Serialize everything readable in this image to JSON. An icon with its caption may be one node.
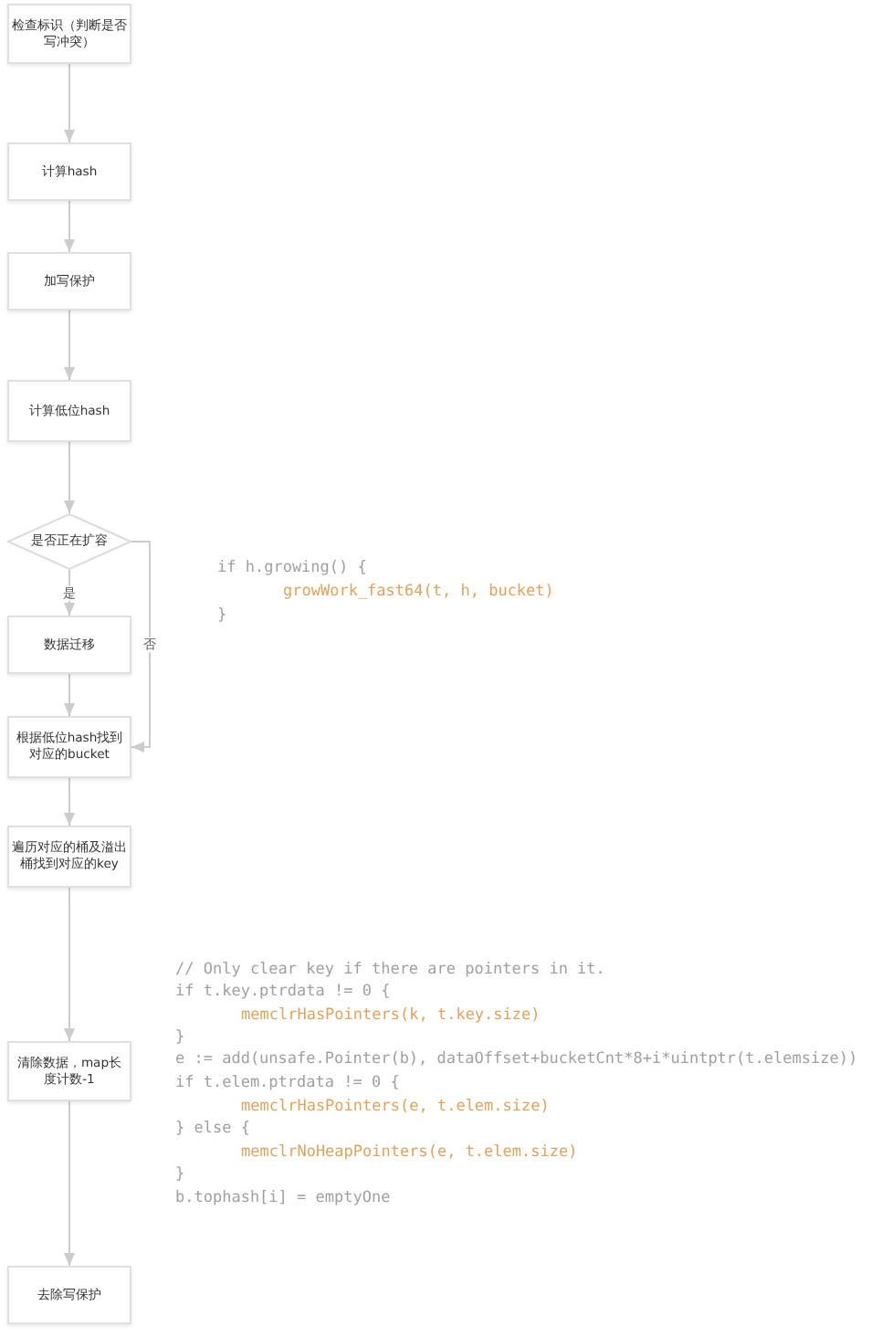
{
  "diagram": {
    "nodes": [
      {
        "text": [
          "检查标识（判断是否写冲突）"
        ]
      },
      {
        "text": [
          "计算hash"
        ]
      },
      {
        "text": [
          "加写保护"
        ]
      },
      {
        "text": [
          "计算低位hash"
        ]
      },
      {
        "text": [
          "是否正在扩容"
        ]
      },
      {
        "text": [
          "数据迁移"
        ]
      },
      {
        "text": [
          "根据低位hash找到对应的bucket"
        ]
      },
      {
        "text": [
          "遍历对应的桶及溢出桶找到对应的key"
        ]
      },
      {
        "text": [
          "清除数据，map长度计数-1"
        ]
      },
      {
        "text": [
          "去除写保护"
        ]
      }
    ],
    "edges": [
      {
        "from": 0,
        "to": 1,
        "arrow": "to"
      },
      {
        "from": 1,
        "to": 2,
        "arrow": "to"
      },
      {
        "from": 2,
        "to": 3,
        "arrow": "to"
      },
      {
        "from": 3,
        "to": 4,
        "arrow": "to"
      },
      {
        "from": 4,
        "to": 5,
        "arrow": "to",
        "label": "是"
      },
      {
        "from": 5,
        "to": 6,
        "arrow": "to"
      },
      {
        "from": 4,
        "to": 6,
        "arrow": "to",
        "label": "否"
      },
      {
        "from": 6,
        "to": 7,
        "arrow": "to"
      },
      {
        "from": 7,
        "to": 8,
        "arrow": "to"
      },
      {
        "from": 8,
        "to": 9,
        "arrow": "to"
      }
    ],
    "labels": [
      "if h.growing() {",
      "growWork_fast64(t, h, bucket)",
      "}",
      "// Only clear key if there are pointers in it.",
      "if t.key.ptrdata != 0 {",
      "memclrHasPointers(k, t.key.size)",
      "}",
      "e := add(unsafe.Pointer(b), dataOffset+bucketCnt*8+i*uintptr(t.elemsize))",
      "if t.elem.ptrdata != 0 {",
      "memclrHasPointers(e, t.elem.size)",
      "} else {",
      "memclrNoHeapPointers(e, t.elem.size)",
      "}",
      "b.tophash[i] = emptyOne"
    ]
  }
}
